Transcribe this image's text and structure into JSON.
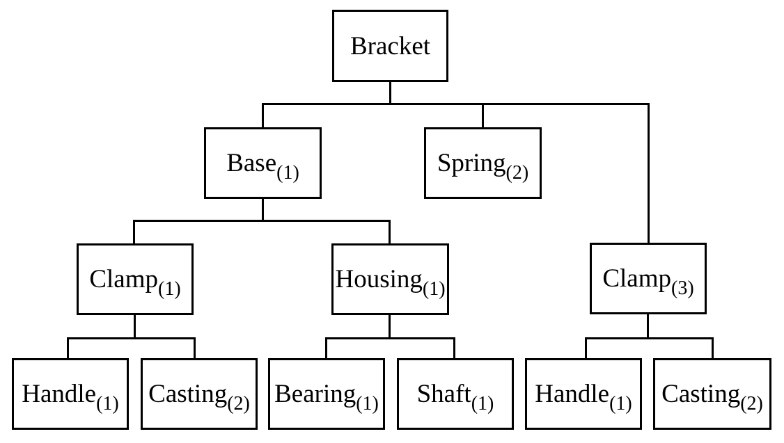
{
  "colors": {
    "background": "#ffffff",
    "line": "#000000",
    "text": "#000000"
  },
  "chart_data": {
    "type": "tree",
    "title": "",
    "root": "Bracket",
    "hierarchy": {
      "Bracket": [
        "Base(1)",
        "Spring(2)",
        "Clamp(3)"
      ],
      "Base(1)": [
        "Clamp(1)",
        "Housing(1)"
      ],
      "Clamp(1)": [
        "Handle(1)",
        "Casting(2)"
      ],
      "Housing(1)": [
        "Bearing(1)",
        "Shaft(1)"
      ],
      "Clamp(3)": [
        "Handle(1)",
        "Casting(2)"
      ]
    }
  },
  "nodes": [
    {
      "label": "Bracket",
      "qty": ""
    },
    {
      "label": "Base",
      "qty": "(1)"
    },
    {
      "label": "Spring",
      "qty": "(2)"
    },
    {
      "label": "Clamp",
      "qty": "(1)"
    },
    {
      "label": "Housing",
      "qty": "(1)"
    },
    {
      "label": "Clamp",
      "qty": "(3)"
    },
    {
      "label": "Handle",
      "qty": "(1)"
    },
    {
      "label": "Casting",
      "qty": "(2)"
    },
    {
      "label": "Bearing",
      "qty": "(1)"
    },
    {
      "label": "Shaft",
      "qty": "(1)"
    },
    {
      "label": "Handle",
      "qty": "(1)"
    },
    {
      "label": "Casting",
      "qty": "(2)"
    }
  ]
}
